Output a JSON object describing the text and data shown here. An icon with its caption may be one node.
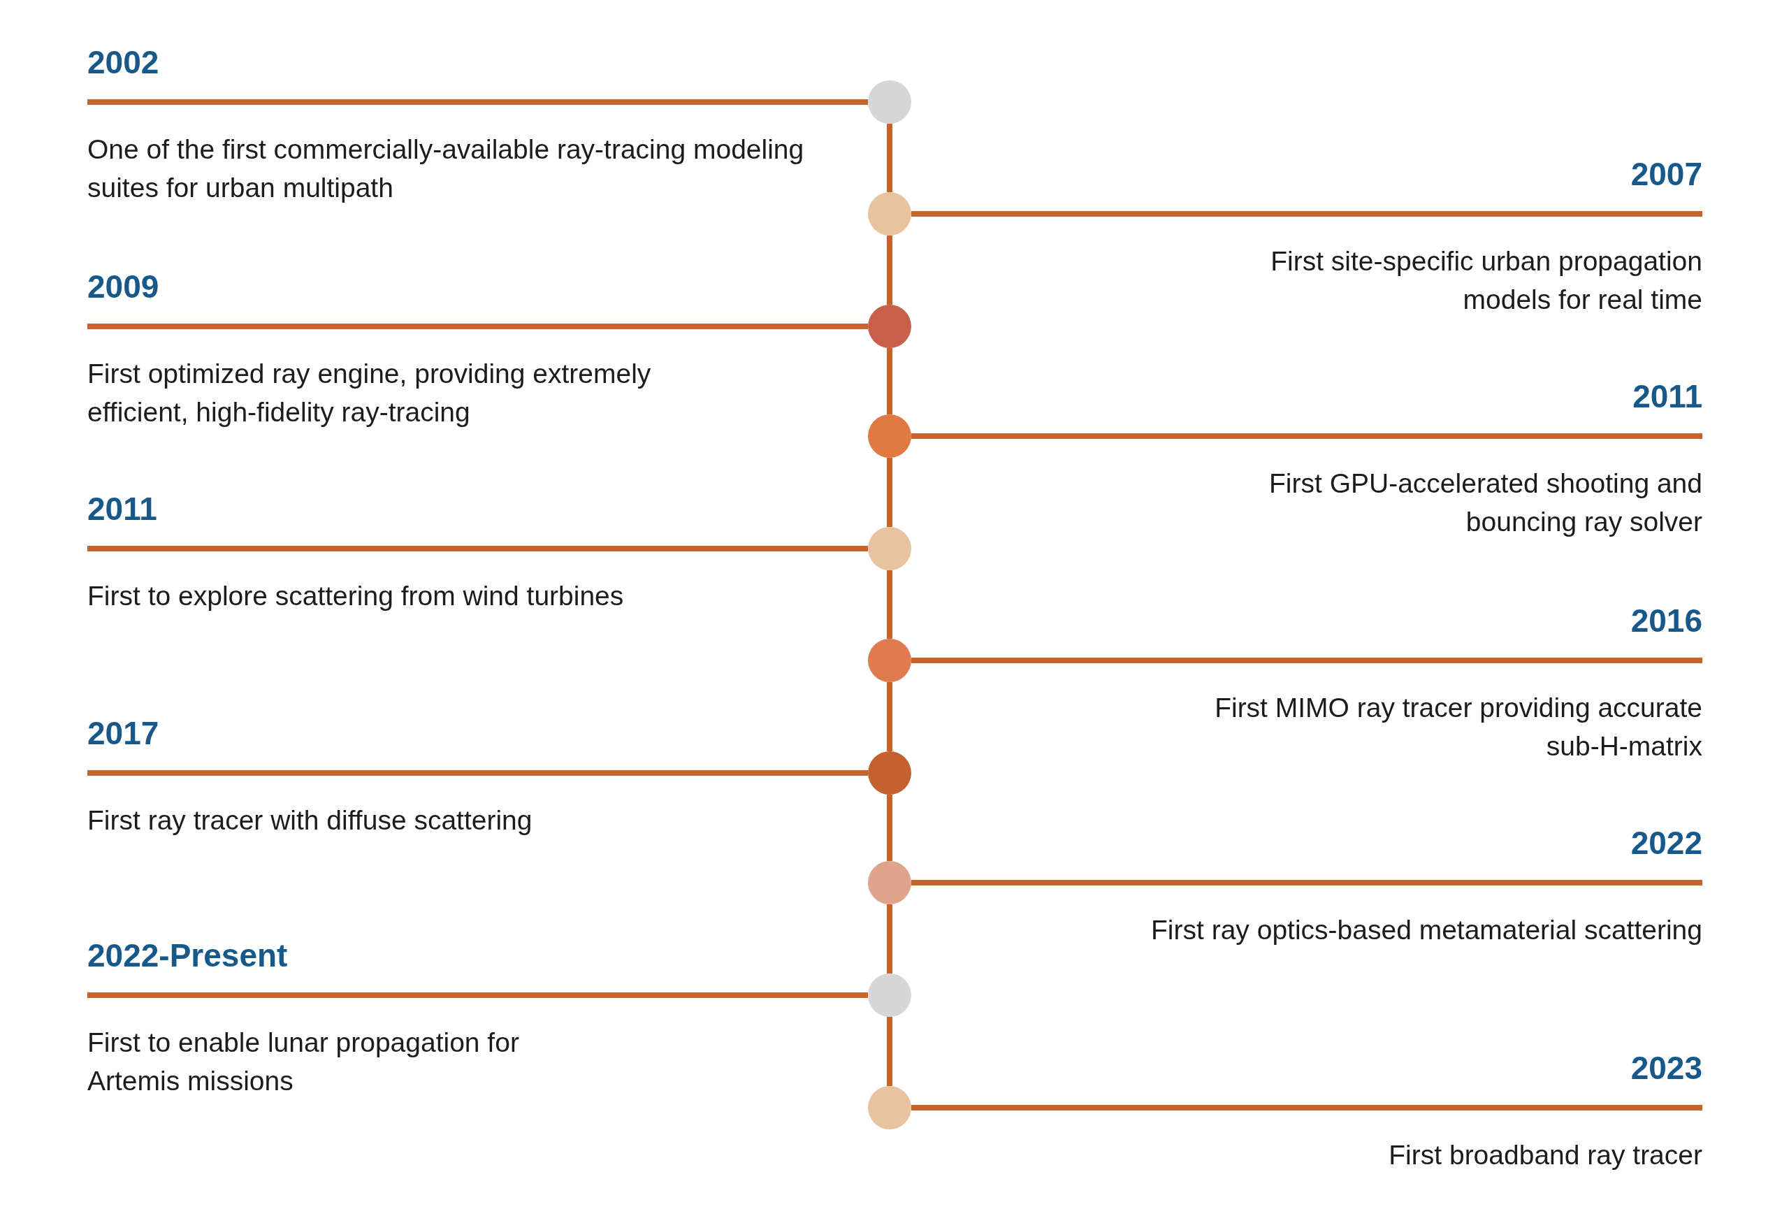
{
  "diagram": {
    "nodes": [
      {
        "text": [
          "2002",
          "One of the first commercially-available ray-tracing modeling suites for urban multipath"
        ]
      },
      {
        "text": [
          "2007",
          "First site-specific urban propagation models for real time"
        ]
      },
      {
        "text": [
          "2009",
          "First optimized ray engine, providing extremely efficient, high-fidelity ray-tracing"
        ]
      },
      {
        "text": [
          "2011",
          "First GPU-accelerated shooting and bouncing ray solver"
        ]
      },
      {
        "text": [
          "2011",
          "First to explore scattering from wind turbines"
        ]
      },
      {
        "text": [
          "2016",
          "First MIMO ray tracer providing accurate sub-H-matrix"
        ]
      },
      {
        "text": [
          "2017",
          "First ray tracer with diffuse scattering"
        ]
      },
      {
        "text": [
          "2022",
          "First ray optics-based metamaterial scattering"
        ]
      },
      {
        "text": [
          "2022-Present",
          "First to enable lunar propagation for Artemis missions"
        ]
      },
      {
        "text": [
          "2023",
          "First broadband ray tracer"
        ]
      },
      {
        "text": [],
        "shape": "circle"
      },
      {
        "text": [],
        "shape": "circle"
      },
      {
        "text": [],
        "shape": "circle"
      },
      {
        "text": [],
        "shape": "circle"
      },
      {
        "text": [],
        "shape": "circle"
      },
      {
        "text": [],
        "shape": "circle"
      },
      {
        "text": [],
        "shape": "circle"
      },
      {
        "text": [],
        "shape": "circle"
      },
      {
        "text": [],
        "shape": "circle"
      },
      {
        "text": [],
        "shape": "circle"
      }
    ],
    "edges": [
      {
        "from": 0,
        "to": 10,
        "arrow": "none"
      },
      {
        "from": 11,
        "to": 1,
        "arrow": "none"
      },
      {
        "from": 2,
        "to": 12,
        "arrow": "none"
      },
      {
        "from": 13,
        "to": 3,
        "arrow": "none"
      },
      {
        "from": 4,
        "to": 14,
        "arrow": "none"
      },
      {
        "from": 15,
        "to": 5,
        "arrow": "none"
      },
      {
        "from": 6,
        "to": 16,
        "arrow": "none"
      },
      {
        "from": 17,
        "to": 7,
        "arrow": "none"
      },
      {
        "from": 8,
        "to": 18,
        "arrow": "none"
      },
      {
        "from": 19,
        "to": 9,
        "arrow": "none"
      },
      {
        "from": 10,
        "to": 11,
        "arrow": "none"
      },
      {
        "from": 11,
        "to": 12,
        "arrow": "none"
      },
      {
        "from": 12,
        "to": 13,
        "arrow": "none"
      },
      {
        "from": 13,
        "to": 14,
        "arrow": "none"
      },
      {
        "from": 14,
        "to": 15,
        "arrow": "none"
      },
      {
        "from": 15,
        "to": 16,
        "arrow": "none"
      },
      {
        "from": 16,
        "to": 17,
        "arrow": "none"
      },
      {
        "from": 17,
        "to": 18,
        "arrow": "none"
      },
      {
        "from": 18,
        "to": 19,
        "arrow": "none"
      }
    ]
  }
}
